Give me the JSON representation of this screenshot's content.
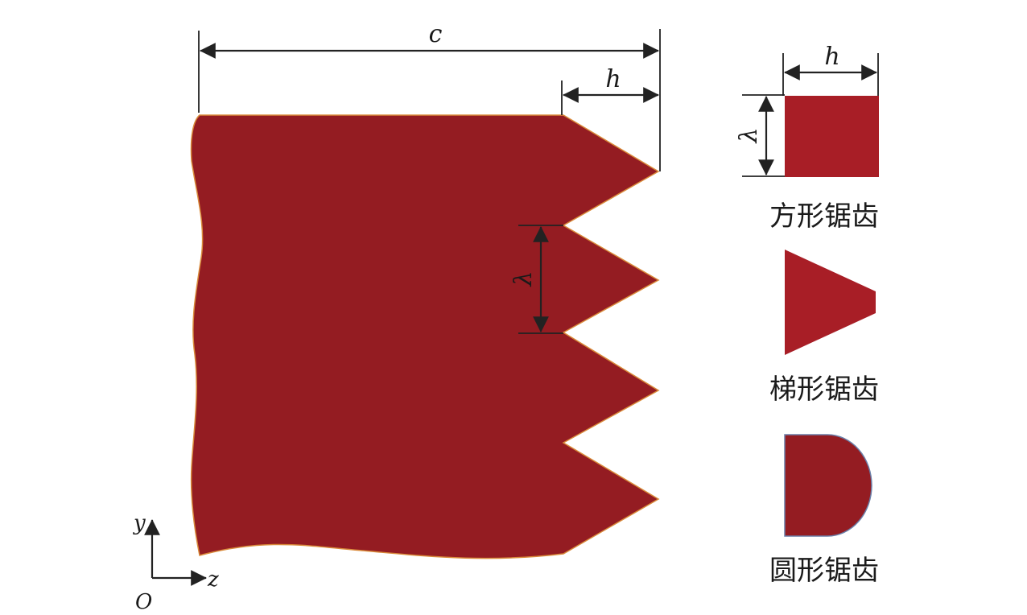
{
  "colors": {
    "main_fill": "#941c22",
    "main_edge": "#d98a3a",
    "square_fill": "#a81e26",
    "trapezoid_fill": "#a81e26",
    "round_fill": "#941c22",
    "round_edge": "#6b7fa8",
    "line": "#222222"
  },
  "labels": {
    "chord": "c",
    "height_main": "h",
    "wavelength_main": "λ",
    "height_square": "h",
    "wavelength_square": "λ",
    "axis_y": "y",
    "axis_z": "z",
    "origin": "O"
  },
  "captions": {
    "square": "方形锯齿",
    "trapezoid": "梯形锯齿",
    "round": "圆形锯齿"
  }
}
